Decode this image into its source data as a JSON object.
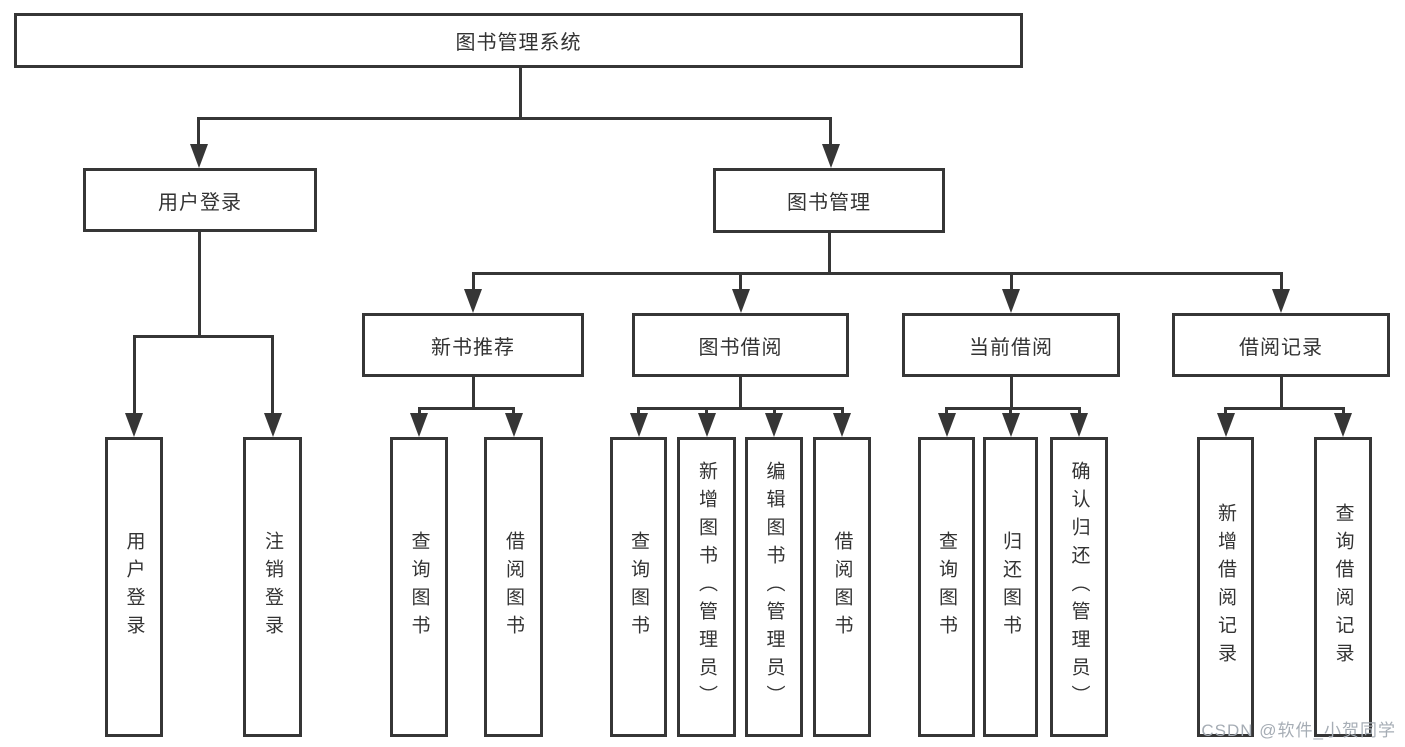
{
  "diagram": {
    "root": "图书管理系统",
    "level2": [
      "用户登录",
      "图书管理"
    ],
    "level3": [
      "新书推荐",
      "图书借阅",
      "当前借阅",
      "借阅记录"
    ],
    "groups": {
      "login": [
        "用户登录",
        "注销登录"
      ],
      "recommend": [
        "查询图书",
        "借阅图书"
      ],
      "borrow": [
        "查询图书",
        "新增图书（管理员）",
        "编辑图书（管理员）",
        "借阅图书"
      ],
      "current": [
        "查询图书",
        "归还图书",
        "确认归还（管理员）"
      ],
      "records": [
        "新增借阅记录",
        "查询借阅记录"
      ]
    }
  },
  "watermark": "CSDN @软件_小贺同学",
  "colors": {
    "line": "#363636",
    "text": "#333333",
    "background": "#ffffff",
    "watermark": "#a6adb5"
  }
}
